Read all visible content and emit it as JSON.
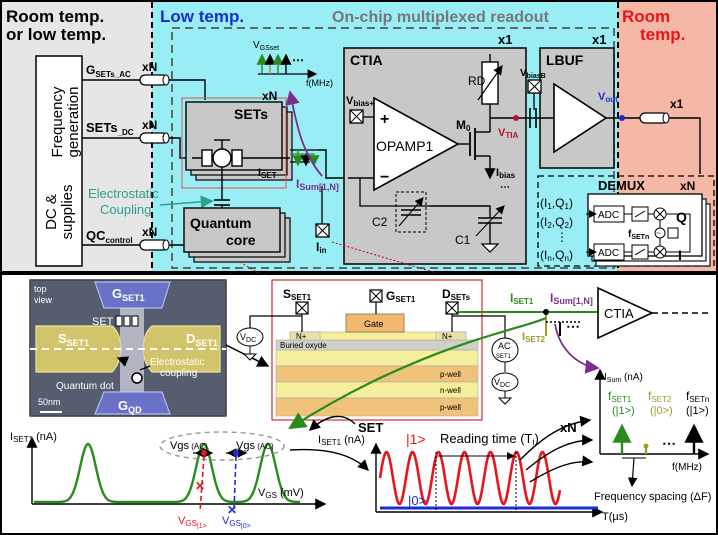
{
  "regions": {
    "room_low": [
      "Room temp.",
      "or low temp."
    ],
    "low": "Low temp.",
    "readout": "On-chip multiplexed readout",
    "room_right": [
      "Room",
      "temp."
    ]
  },
  "supplies": {
    "label_lines": [
      "Frequency",
      "generation",
      "DC",
      "supplies",
      "&"
    ],
    "g_ac": "G",
    "g_ac_sub": "SETs_AC",
    "sets_dc": "SETs",
    "sets_dc_sub": "_DC",
    "qc": "QC",
    "qc_sub": "control",
    "xn": "xN"
  },
  "sets_block": {
    "title": "SETs",
    "xn": "xN",
    "iset": "I",
    "iset_sub": "SET",
    "coupling": [
      "Electrostatic",
      "Coupling"
    ]
  },
  "quantum_core": [
    "Quantum",
    "core"
  ],
  "iin": "I",
  "iin_sub": "in",
  "isum": "I",
  "isum_sub": "Sum[1,N]",
  "vgs": {
    "label": "V",
    "sub": "GSset",
    "fmhz": "f(MHz)"
  },
  "ctia": {
    "title": "CTIA",
    "opamp": "OPAMP1",
    "x1": "x1",
    "rd": "RD",
    "vbias_plus": "V",
    "vbias_plus_sub": "bias+",
    "m0": "M",
    "m0_sub": "0",
    "vtia": "V",
    "vtia_sub": "TIA",
    "ibias": "I",
    "ibias_sub": "bias",
    "c1": "C1",
    "c2": "C2",
    "plus": "+",
    "minus": "−"
  },
  "lbuf": {
    "title": "LBUF",
    "x1": "x1",
    "vbiasb": "V",
    "vbiasb_sub": "biasB",
    "vout": "V",
    "vout_sub": "out",
    "x1_out": "x1"
  },
  "demux": {
    "title": "DEMUX",
    "xn": "xN",
    "pairs": [
      {
        "a": "I",
        "as": "1",
        "b": "Q",
        "bs": "1"
      },
      {
        "a": "I",
        "as": "2",
        "b": "Q",
        "bs": "2"
      },
      {
        "a": "I",
        "as": "n",
        "b": "Q",
        "bs": "n"
      }
    ],
    "adc": "ADC",
    "fsetn": "f",
    "fsetn_sub": "SETn",
    "q": "Q",
    "i": "I"
  },
  "sem": {
    "top_view": [
      "top",
      "view"
    ],
    "gset1": "G",
    "gset1_sub": "SET1",
    "set": "SET",
    "sset1": "S",
    "sset1_sub": "SET1",
    "dset1": "D",
    "dset1_sub": "SET1",
    "qdot": "Quantum dot",
    "electrostatic": [
      "Electrostatic",
      "coupling"
    ],
    "scale": "50nm",
    "gqd": "G",
    "gqd_sub": "QD"
  },
  "cross": {
    "sset1": "S",
    "sset1_sub": "SET1",
    "gset1": "G",
    "gset1_sub": "SET1",
    "dsets": "D",
    "dsets_sub": "SETs",
    "vdc": "V",
    "vdc_sub": "DC",
    "gate": "Gate",
    "nplus": "N+",
    "buried": "Buried oxyde",
    "pwell": "p-well",
    "nwell": "n-well",
    "ac": "AC",
    "ac_sub": "SET1",
    "set": "SET"
  },
  "bus": {
    "iset1": "I",
    "iset1_sub": "SET1",
    "iset2": "I",
    "iset2_sub": "SET2",
    "isum": "I",
    "isum_sub": "Sum[1,N]",
    "ctia": "CTIA"
  },
  "plot1": {
    "ylabel": "I",
    "ylabel_sub": "SET1",
    "ylabel_unit": " (nA)",
    "xlabel": "V",
    "xlabel_sub": "GS",
    "xlabel_unit": " (mV)",
    "vgs_ac": "Vgs",
    "vgs_ac_unit": " (AC)",
    "vgs1": "V",
    "vgs1_sub": "GS",
    "vgs1_sub2": "|1>",
    "vgs0": "V",
    "vgs0_sub": "GS",
    "vgs0_sub2": "|0>"
  },
  "plot2": {
    "ylabel": "I",
    "ylabel_sub": "SET1",
    "ylabel_unit": " (nA)",
    "state1": "|1>",
    "state0": "|0>",
    "reading": "Reading time (T",
    "reading_sub": "i",
    "reading_end": ")",
    "xlabel": "T(µs)",
    "xn": "xN"
  },
  "plot3": {
    "ylabel": "I",
    "ylabel_sub": "Sum",
    "ylabel_unit": " (nA)",
    "f1": "f",
    "f1_sub": "SET1",
    "f1_state": "(|1>)",
    "f2": "f",
    "f2_sub": "SET2",
    "f2_state": "(|0>)",
    "fn": "f",
    "fn_sub": "SETn",
    "fn_state": "(|1>)",
    "xlabel": "f(MHz)",
    "spacing": "Frequency spacing (ΔF)"
  },
  "colors": {
    "cyan": "#99eef5",
    "salmon": "#f5b8a6",
    "gray": "#e6e6e6",
    "green": "#2b8a1e",
    "purple": "#7b2d8e",
    "red": "#e8151b",
    "blue": "#1a2cd6",
    "olive": "#9c9a2a",
    "crimson": "#b3122e"
  }
}
